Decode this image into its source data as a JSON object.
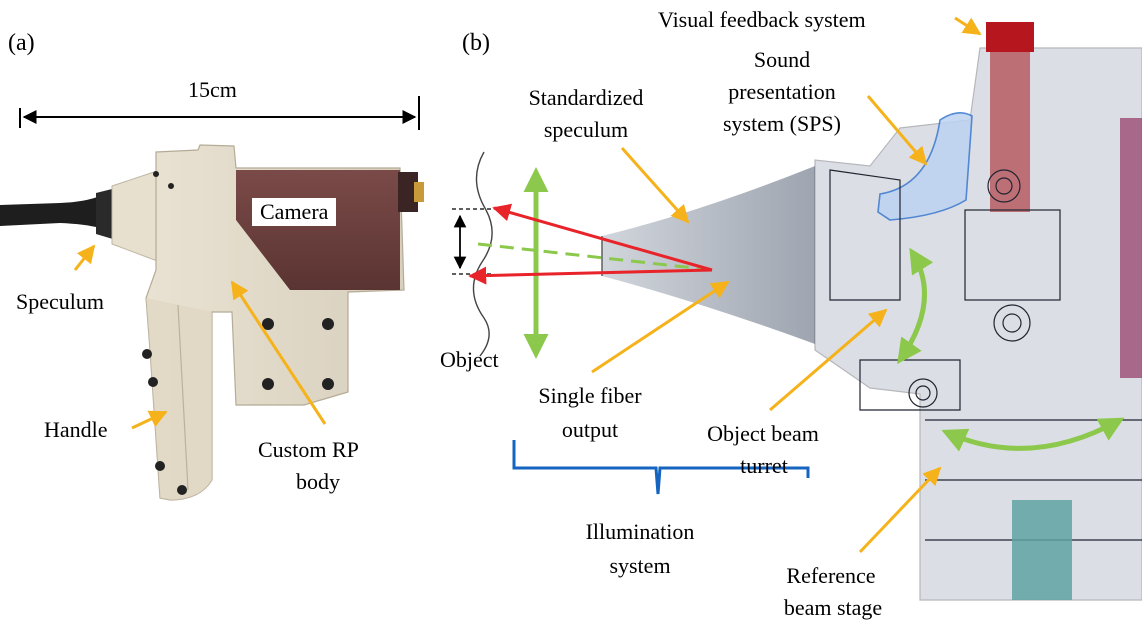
{
  "panel_a": {
    "letter": "(a)",
    "dimension": "15cm",
    "labels": {
      "camera": "Camera",
      "speculum": "Speculum",
      "handle": "Handle",
      "body_line1": "Custom RP",
      "body_line2": "body"
    }
  },
  "panel_b": {
    "letter": "(b)",
    "labels": {
      "visual_feedback": "Visual feedback system",
      "sps_line1": "Sound",
      "sps_line2": "presentation",
      "sps_line3": "system (SPS)",
      "spec_line1": "Standardized",
      "spec_line2": "speculum",
      "object": "Object",
      "fiber_line1": "Single fiber",
      "fiber_line2": "output",
      "turret_line1": "Object beam",
      "turret_line2": "turret",
      "illum_line1": "Illumination",
      "illum_line2": "system",
      "ref_line1": "Reference",
      "ref_line2": "beam stage"
    }
  },
  "colors": {
    "arrow_yellow": "#f5b21a",
    "beam_red": "#e8232a",
    "green": "#8cc84b",
    "bracket_blue": "#1565c0"
  }
}
